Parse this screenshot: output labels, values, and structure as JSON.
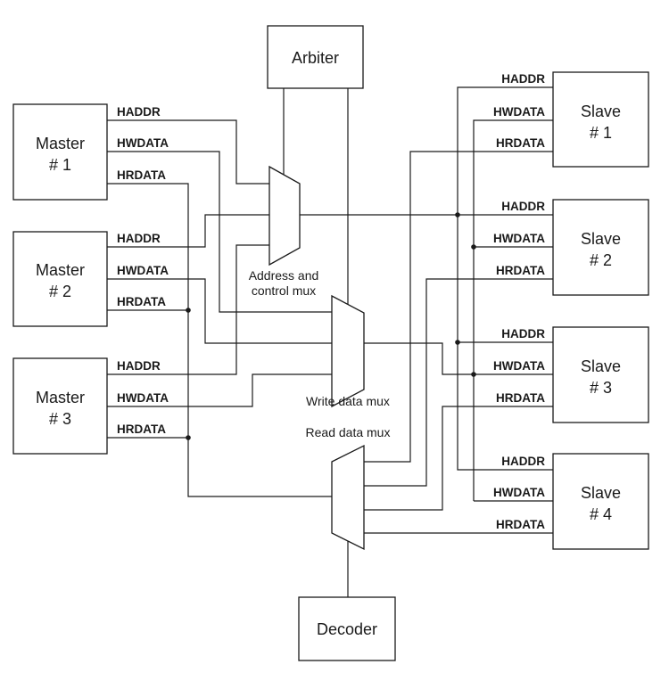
{
  "blocks": {
    "arbiter": "Arbiter",
    "decoder": "Decoder",
    "masters": [
      {
        "line1": "Master",
        "line2": "# 1"
      },
      {
        "line1": "Master",
        "line2": "# 2"
      },
      {
        "line1": "Master",
        "line2": "# 3"
      }
    ],
    "slaves": [
      {
        "line1": "Slave",
        "line2": "# 1"
      },
      {
        "line1": "Slave",
        "line2": "# 2"
      },
      {
        "line1": "Slave",
        "line2": "# 3"
      },
      {
        "line1": "Slave",
        "line2": "# 4"
      }
    ]
  },
  "signals": {
    "haddr": "HADDR",
    "hwdata": "HWDATA",
    "hrdata": "HRDATA"
  },
  "muxes": {
    "address": {
      "line1": "Address and",
      "line2": "control mux"
    },
    "write": "Write data mux",
    "read": "Read data mux"
  }
}
